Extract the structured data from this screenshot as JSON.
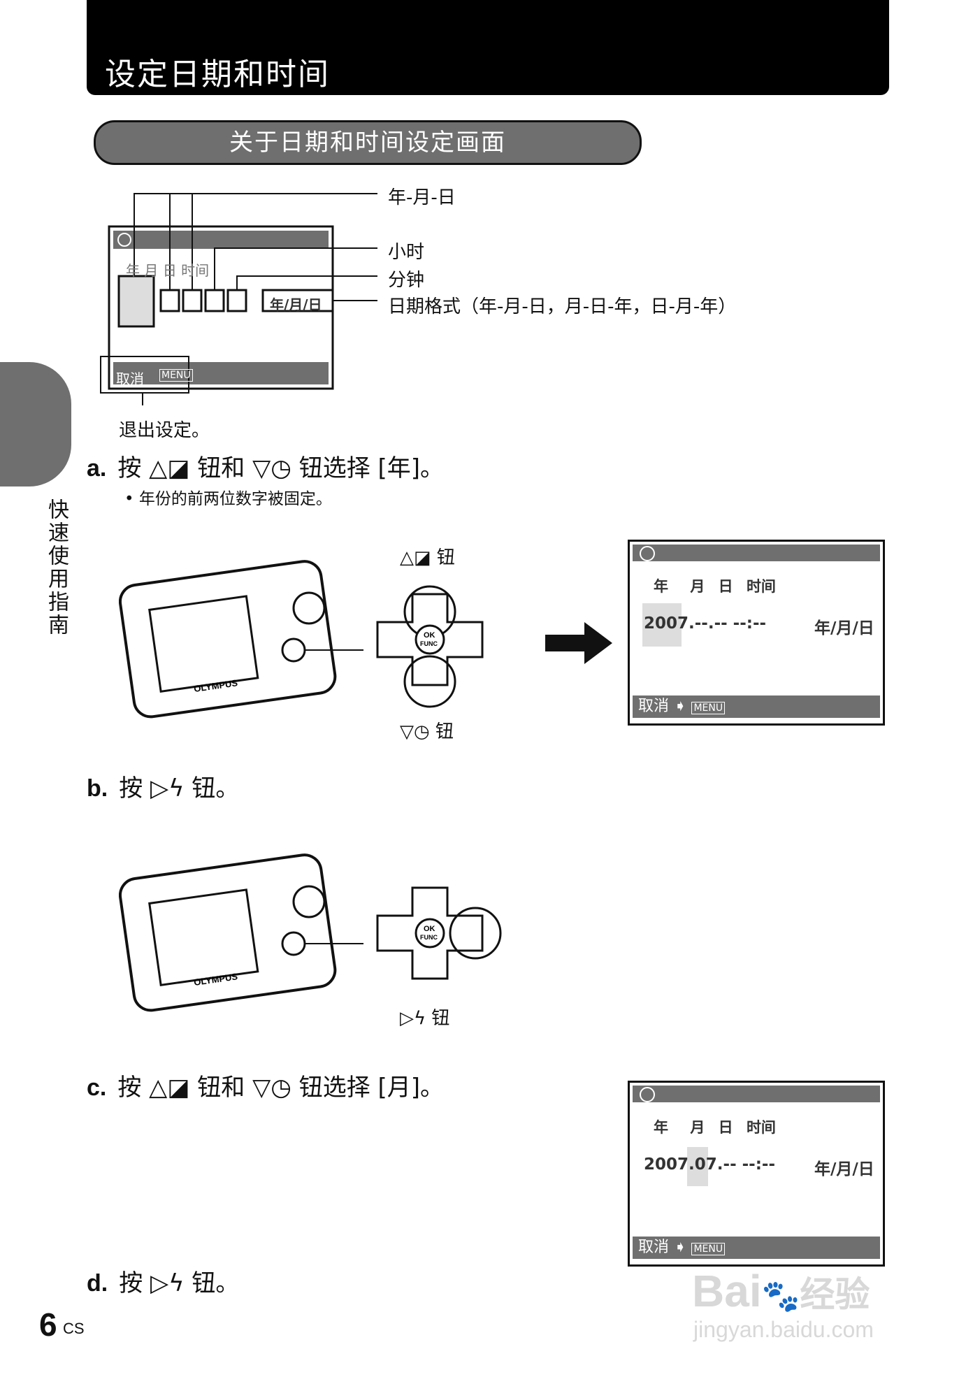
{
  "header": {
    "title": "设定日期和时间"
  },
  "section": {
    "title": "关于日期和时间设定画面"
  },
  "sidebar": {
    "label": "快速使用指南"
  },
  "diagram": {
    "callout_ymd": "年-月-日",
    "callout_hour": "小时",
    "callout_minute": "分钟",
    "callout_format": "日期格式（年-月-日，月-日-年，日-月-年）",
    "exit_note": "退出设定。",
    "screen_headers": "年  月  日  时间",
    "format_label": "年/月/日",
    "cancel_label": "取消",
    "menu_label": "MENU"
  },
  "steps": [
    {
      "letter": "a.",
      "prefix": "按",
      "b1": "钮和",
      "b2": "钮选择 [年]。"
    },
    {
      "letter": "b.",
      "prefix": "按",
      "b1": "钮。"
    },
    {
      "letter": "c.",
      "prefix": "按",
      "b1": "钮和",
      "b2": "钮选择 [月]。"
    },
    {
      "letter": "d.",
      "prefix": "按",
      "b1": "钮。"
    }
  ],
  "step_a_note": "年份的前两位数字被固定。",
  "button_word": "钮",
  "dpad": {
    "ok": "OK",
    "func": "FUNC"
  },
  "camera_brand": "OLYMPUS",
  "screen_a": {
    "headers": [
      "年",
      "月",
      "日",
      "时间"
    ],
    "year": "2007",
    "rest": ".--.-- --:--",
    "format": "年/月/日",
    "cancel": "取消",
    "menu": "MENU"
  },
  "screen_c": {
    "headers": [
      "年",
      "月",
      "日",
      "时间"
    ],
    "year": "2007.",
    "month": "07",
    "rest": ".-- --:--",
    "format": "年/月/日",
    "cancel": "取消",
    "menu": "MENU"
  },
  "page": {
    "number": "6",
    "suffix": "CS"
  },
  "watermark": {
    "brand": "Bai",
    "brand2": "经验",
    "url": "jingyan.baidu.com"
  },
  "colors": {
    "accent_gray": "#6f6f6f",
    "header_black": "#000000"
  }
}
